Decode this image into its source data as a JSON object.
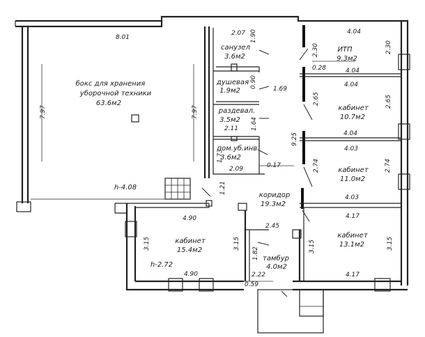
{
  "rooms": {
    "boks": {
      "name": "бокс для хранения\nуборочной техники",
      "area": "63.6м2"
    },
    "sanuzel": {
      "name": "санузел",
      "area": "3.6м2"
    },
    "dushevaya": {
      "name": "душевая",
      "area": "1.9м2"
    },
    "razdeval": {
      "name": "раздевал.",
      "area": "3.5м2"
    },
    "pomub": {
      "name": "пом.уб.инв.",
      "area": "3.6м2"
    },
    "itp": {
      "name": "ИТП",
      "area": "9.3м2"
    },
    "kabinet1": {
      "name": "кабинет",
      "area": "10.7м2"
    },
    "kabinet2": {
      "name": "кабинет",
      "area": "11.0м2"
    },
    "koridor": {
      "name": "коридор",
      "area": "19.3м2"
    },
    "kabinet3": {
      "name": "кабинет",
      "area": "15.4м2"
    },
    "kabinet4": {
      "name": "кабинет",
      "area": "13.1м2"
    },
    "tambur": {
      "name": "тамбур",
      "area": "4.0м2"
    }
  },
  "levels": {
    "boks": "h-4.08",
    "kabinet3": "h-2.72"
  },
  "dims": {
    "d801": "8.01",
    "d797a": "7.97",
    "d797b": "7.97",
    "d207": "2.07",
    "d190": "1.90",
    "d090": "0.90",
    "d169": "1.69",
    "d211": "2.11",
    "d164": "1.64",
    "d173": "1.73",
    "d209": "2.09",
    "d017": "0.17",
    "d404a": "4.04",
    "d230a": "2.30",
    "d230b": "2.30",
    "d028": "0.28",
    "d404b": "4.04",
    "d404c": "4.04",
    "d265a": "2.65",
    "d265b": "2.65",
    "d404d": "4.04",
    "d403a": "4.03",
    "d925": "9.25",
    "d274a": "2.74",
    "d274b": "2.74",
    "d403b": "4.03",
    "d121": "1.21",
    "d417a": "4.17",
    "d490a": "4.90",
    "d245": "2.45",
    "d315a": "3.15",
    "d315b": "3.15",
    "d182": "1.82",
    "d315c": "3.15",
    "d315d": "3.15",
    "d490b": "4.90",
    "d222": "2.22",
    "d059": "0.59",
    "d417b": "4.17"
  }
}
